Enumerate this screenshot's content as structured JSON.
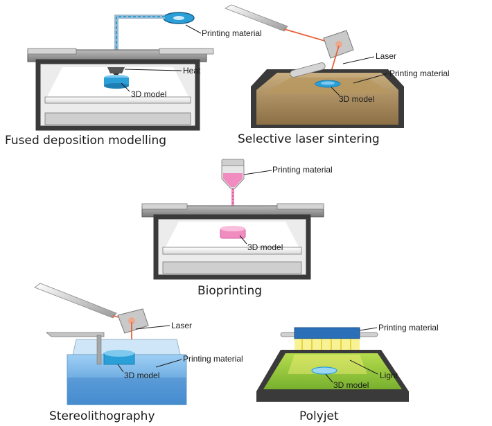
{
  "panels": {
    "fdm": {
      "title": "Fused deposition modelling",
      "label_material": "Printing material",
      "label_heat": "Heat",
      "label_model": "3D model"
    },
    "sls": {
      "title": "Selective laser sintering",
      "label_laser": "Laser",
      "label_material": "Printing material",
      "label_model": "3D model"
    },
    "bio": {
      "title": "Bioprinting",
      "label_material": "Printing material",
      "label_model": "3D model"
    },
    "sla": {
      "title": "Stereolithography",
      "label_laser": "Laser",
      "label_material": "Printing material",
      "label_model": "3D model"
    },
    "polyjet": {
      "title": "Polyjet",
      "label_material": "Printing material",
      "label_light": "Light",
      "label_model": "3D model"
    }
  },
  "colors": {
    "frame_dark": "#3a3a3a",
    "frame_grey": "#8c8c8c",
    "model_blue": "#2a9fd8",
    "laser_red": "#e8623a",
    "bio_pink": "#f08cc0",
    "resin_blue": "#5ea8e0",
    "polyjet_green": "#8cc63f",
    "polyjet_yellow": "#f6ef7a",
    "powder_brown": "#a88a5c"
  }
}
